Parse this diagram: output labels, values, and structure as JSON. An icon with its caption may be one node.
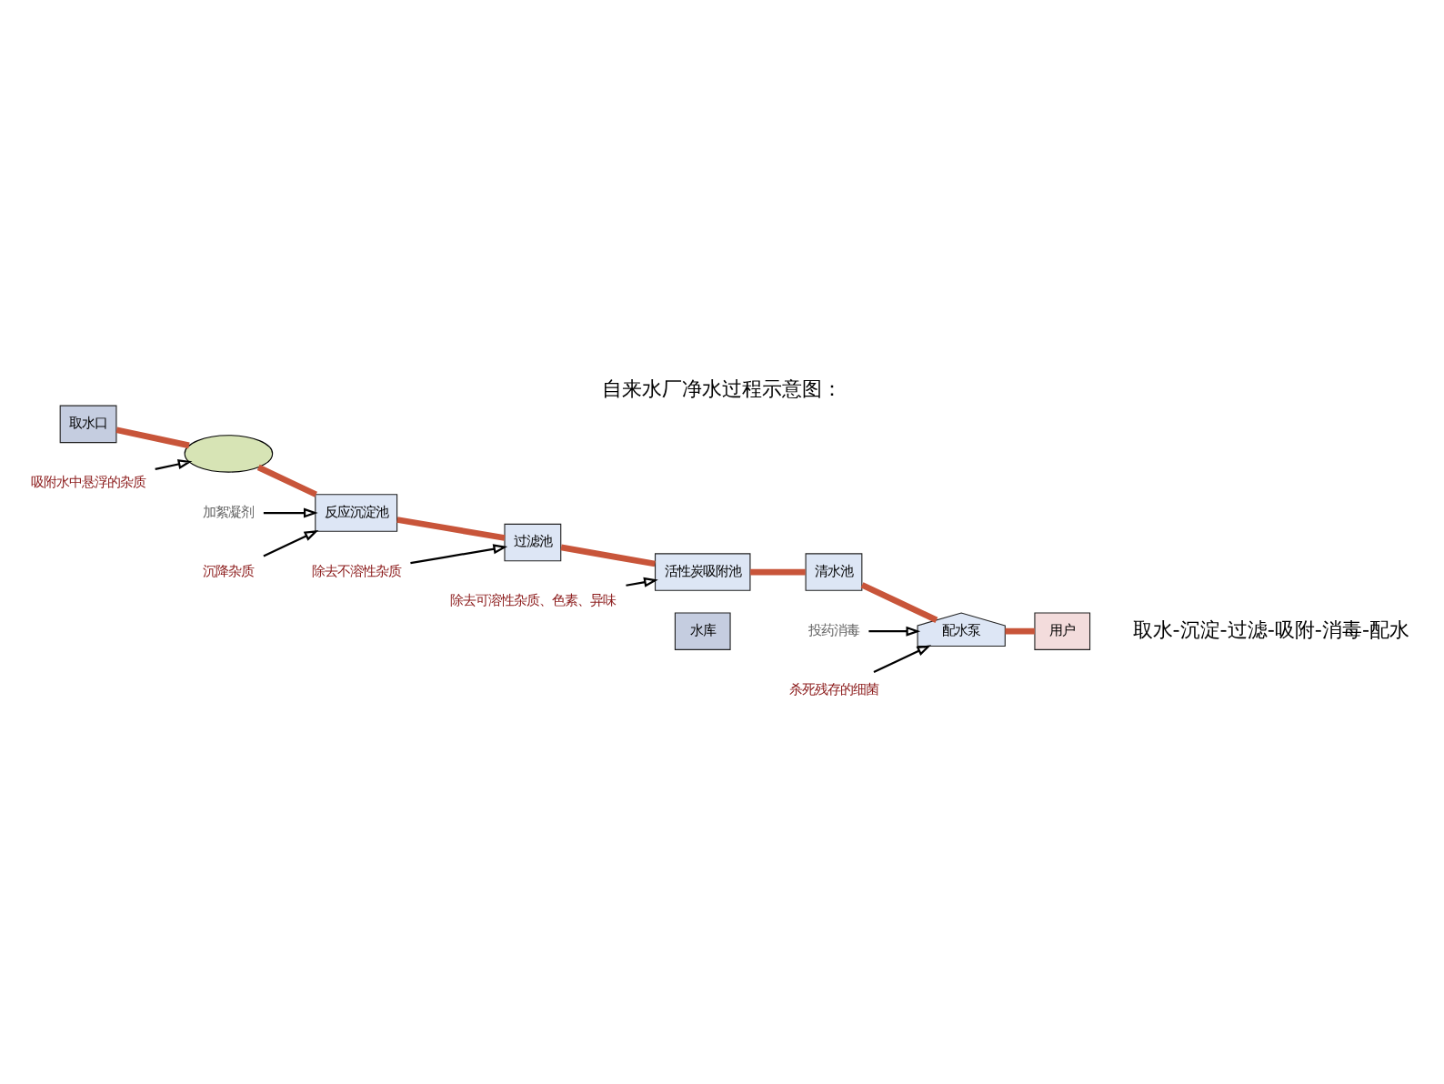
{
  "diagram": {
    "title": "自来水厂净水过程示意图：",
    "caption": "取水-沉淀-过滤-吸附-消毒-配水",
    "nodes": [
      {
        "text": [
          "水库"
        ]
      },
      {
        "text": [
          "取水口"
        ]
      },
      {
        "text": [],
        "shape": "hill"
      },
      {
        "text": [
          "加絮凝剂"
        ]
      },
      {
        "text": [
          "反应沉淀池"
        ]
      },
      {
        "text": [
          "过滤池"
        ]
      },
      {
        "text": [
          "活性炭吸附池"
        ]
      },
      {
        "text": [
          "清水池"
        ]
      },
      {
        "text": [
          "投药消毒"
        ]
      },
      {
        "text": [
          "配水泵"
        ]
      },
      {
        "text": [
          "用户"
        ]
      },
      {
        "text": [
          "吸附水中悬浮的杂质"
        ]
      },
      {
        "text": [
          "沉降杂质"
        ]
      },
      {
        "text": [
          "除去不溶性杂质"
        ]
      },
      {
        "text": [
          "除去可溶性杂质、色素、异味"
        ]
      },
      {
        "text": [
          "杀死残存的细菌"
        ]
      }
    ],
    "edges": [
      {
        "from": 1,
        "to": 2,
        "arrow": "none",
        "style": "thick",
        "color": "#c8553a"
      },
      {
        "from": 2,
        "to": 4,
        "arrow": "none",
        "style": "thick",
        "color": "#c8553a"
      },
      {
        "from": 4,
        "to": 5,
        "arrow": "none",
        "style": "thick",
        "color": "#c8553a"
      },
      {
        "from": 5,
        "to": 6,
        "arrow": "none",
        "style": "thick",
        "color": "#c8553a"
      },
      {
        "from": 6,
        "to": 7,
        "arrow": "none",
        "style": "thick",
        "color": "#c8553a"
      },
      {
        "from": 7,
        "to": 9,
        "arrow": "none",
        "style": "thick",
        "color": "#c8553a"
      },
      {
        "from": 9,
        "to": 10,
        "arrow": "none",
        "style": "thick",
        "color": "#c8553a"
      },
      {
        "from": 3,
        "to": 4,
        "arrow": "to",
        "color": "#000000"
      },
      {
        "from": 8,
        "to": 9,
        "arrow": "to",
        "color": "#000000"
      },
      {
        "from": 11,
        "to": 2,
        "arrow": "to",
        "color": "#000000"
      },
      {
        "from": 12,
        "to": 4,
        "arrow": "to",
        "color": "#000000"
      },
      {
        "from": 13,
        "to": 5,
        "arrow": "to",
        "color": "#000000"
      },
      {
        "from": 14,
        "to": 6,
        "arrow": "to",
        "color": "#000000"
      },
      {
        "from": 15,
        "to": 9,
        "arrow": "to",
        "color": "#000000"
      }
    ]
  }
}
